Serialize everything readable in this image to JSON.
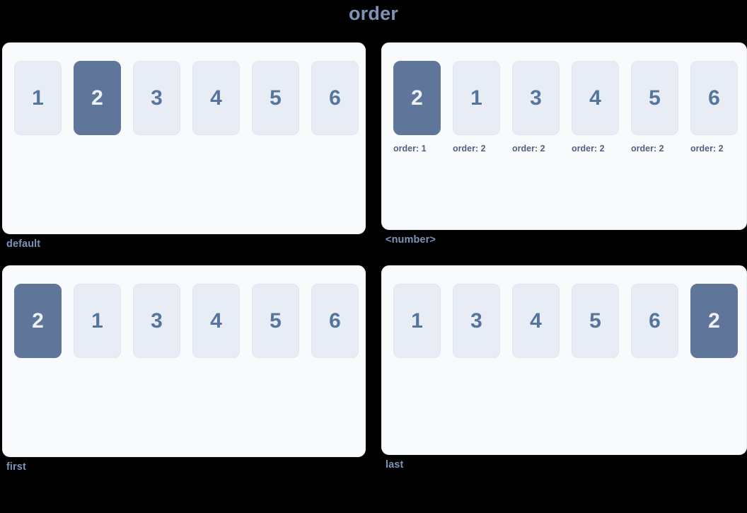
{
  "title": "order",
  "colors": {
    "background": "#000000",
    "panel_background": "#f8fafc",
    "card_background": "#e8ecf5",
    "card_text": "#56759c",
    "highlight_background": "#5f7599",
    "highlight_text": "#eef2f8",
    "caption_text": "#7d93b8",
    "order_label_text": "#536180"
  },
  "panels": [
    {
      "caption": "default",
      "has_order_labels": false,
      "cards": [
        {
          "label": "1",
          "highlighted": false
        },
        {
          "label": "2",
          "highlighted": true
        },
        {
          "label": "3",
          "highlighted": false
        },
        {
          "label": "4",
          "highlighted": false
        },
        {
          "label": "5",
          "highlighted": false
        },
        {
          "label": "6",
          "highlighted": false
        }
      ]
    },
    {
      "caption": "<number>",
      "has_order_labels": true,
      "cards": [
        {
          "label": "2",
          "highlighted": true,
          "order_label": "order: 1"
        },
        {
          "label": "1",
          "highlighted": false,
          "order_label": "order: 2"
        },
        {
          "label": "3",
          "highlighted": false,
          "order_label": "order: 2"
        },
        {
          "label": "4",
          "highlighted": false,
          "order_label": "order: 2"
        },
        {
          "label": "5",
          "highlighted": false,
          "order_label": "order: 2"
        },
        {
          "label": "6",
          "highlighted": false,
          "order_label": "order: 2"
        }
      ]
    },
    {
      "caption": "first",
      "has_order_labels": false,
      "cards": [
        {
          "label": "2",
          "highlighted": true
        },
        {
          "label": "1",
          "highlighted": false
        },
        {
          "label": "3",
          "highlighted": false
        },
        {
          "label": "4",
          "highlighted": false
        },
        {
          "label": "5",
          "highlighted": false
        },
        {
          "label": "6",
          "highlighted": false
        }
      ]
    },
    {
      "caption": "last",
      "has_order_labels": false,
      "cards": [
        {
          "label": "1",
          "highlighted": false
        },
        {
          "label": "3",
          "highlighted": false
        },
        {
          "label": "4",
          "highlighted": false
        },
        {
          "label": "5",
          "highlighted": false
        },
        {
          "label": "6",
          "highlighted": false
        },
        {
          "label": "2",
          "highlighted": true
        }
      ]
    }
  ]
}
